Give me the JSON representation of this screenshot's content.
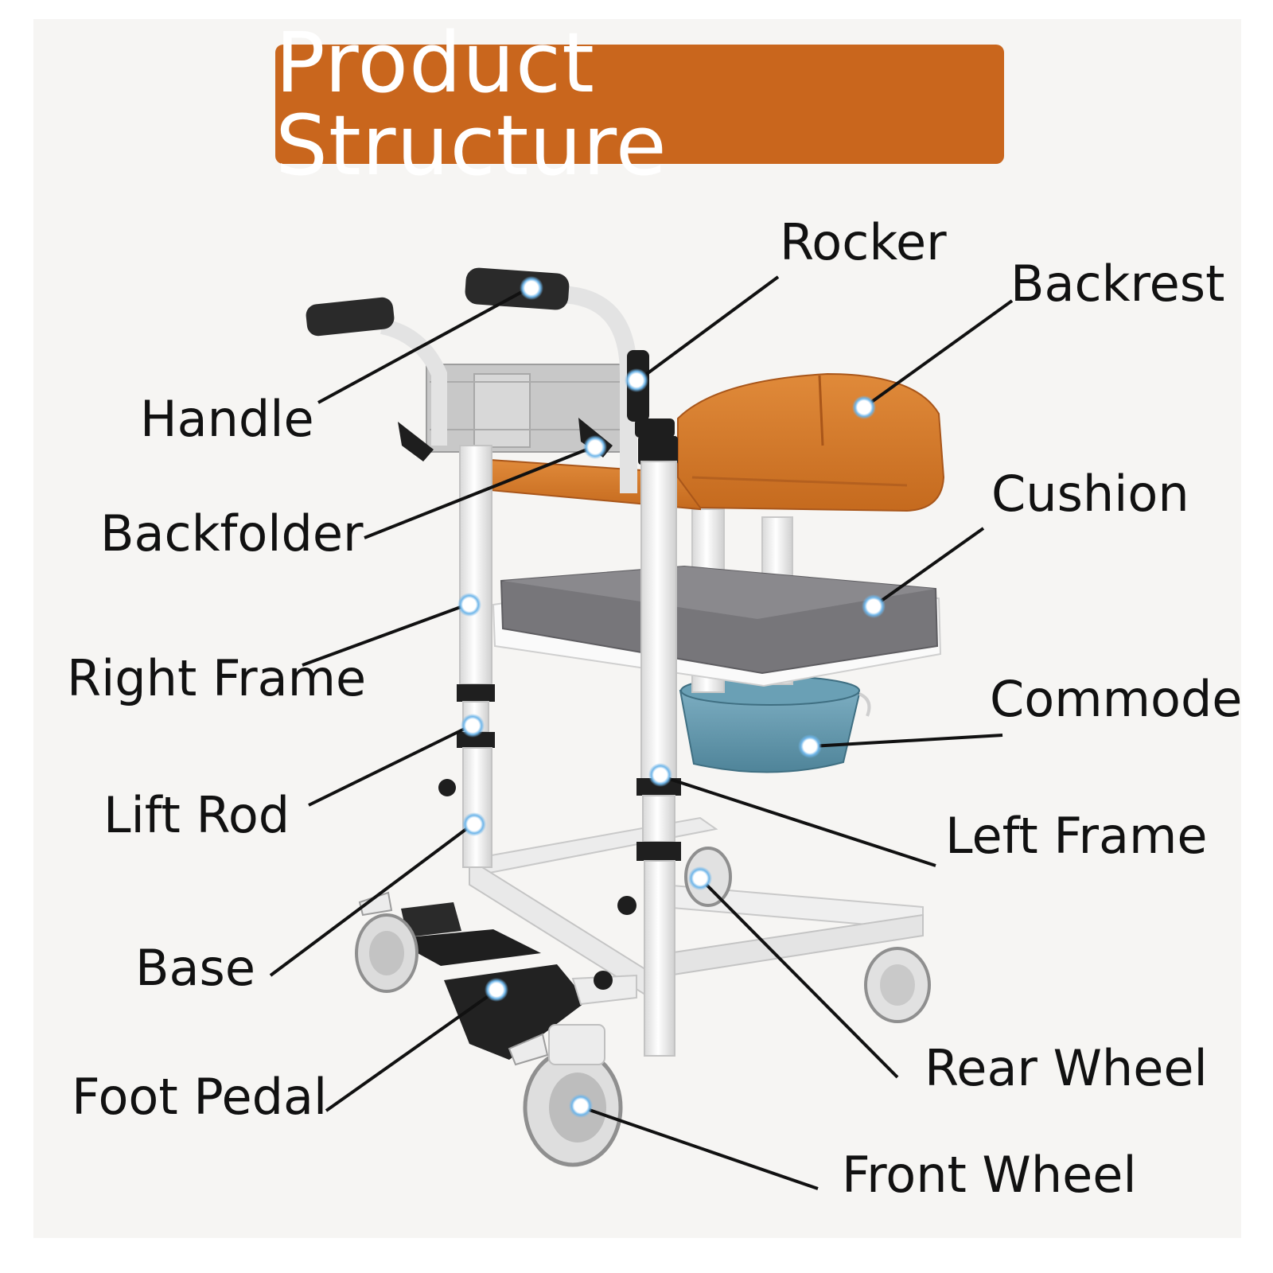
{
  "title": "Product Structure",
  "labels": {
    "handle": "Handle",
    "backfolder": "Backfolder",
    "right_frame": "Right Frame",
    "lift_rod": "Lift Rod",
    "base": "Base",
    "foot_pedal": "Foot Pedal",
    "rocker": "Rocker",
    "backrest": "Backrest",
    "cushion": "Cushion",
    "commode": "Commode",
    "left_frame": "Left Frame",
    "rear_wheel": "Rear Wheel",
    "front_wheel": "Front Wheel"
  },
  "colors": {
    "title_bg": "#c9661d",
    "seat_orange": "#d7782a",
    "cushion_gray": "#77767a",
    "commode_blue": "#5d93a8",
    "frame_white": "#f1f1f1",
    "marker_blue": "#6fb6ea",
    "leader_line": "#111111"
  }
}
